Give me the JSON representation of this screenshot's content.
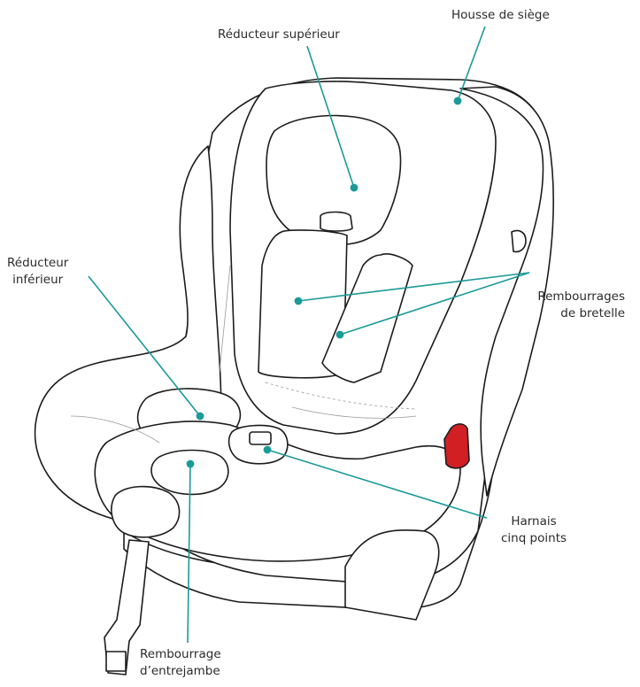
{
  "colors": {
    "callout": "#1a9a98",
    "outline": "#1c1c1c",
    "fill": "#ffffff",
    "shade": "#e9e9e9",
    "accent_red": "#d11f24"
  },
  "labels": {
    "seat_cover": "Housse de siège",
    "upper_reducer": "Réducteur supérieur",
    "lower_reducer_1": "Réducteur",
    "lower_reducer_2": "inférieur",
    "shoulder_pads_1": "Rembourrages",
    "shoulder_pads_2": "de bretelle",
    "harness_1": "Harnais",
    "harness_2": "cinq points",
    "crotch_pad_1": "Rembourrage",
    "crotch_pad_2": "d’entrejambe"
  }
}
